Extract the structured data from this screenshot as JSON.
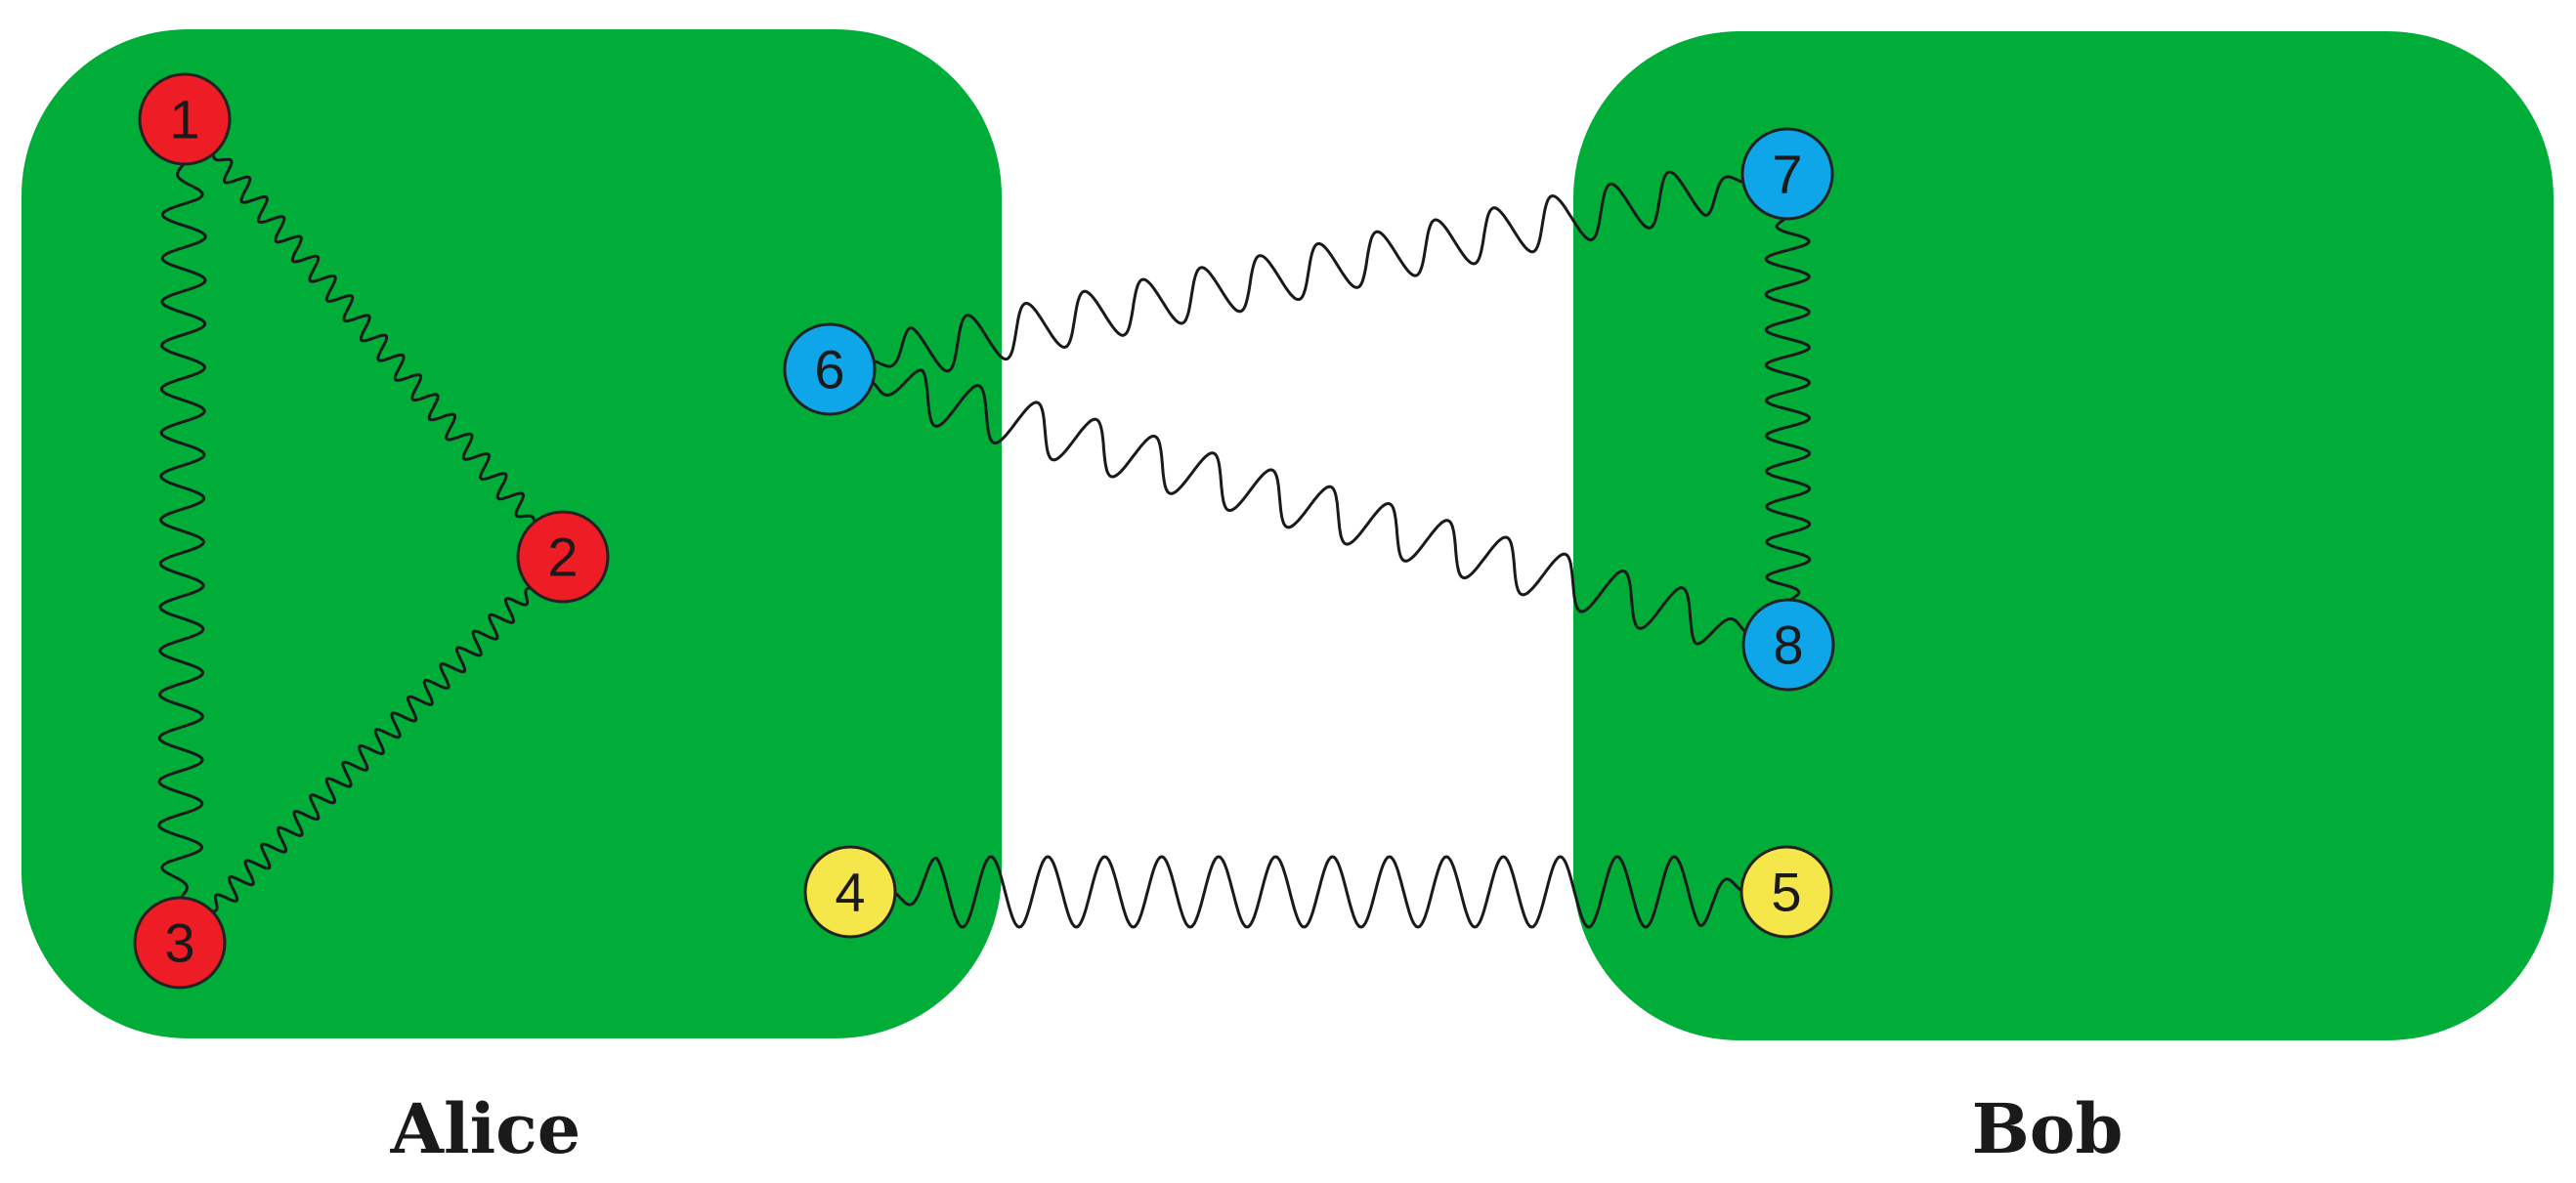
{
  "parties": [
    {
      "id": "alice",
      "label": "Alice"
    },
    {
      "id": "bob",
      "label": "Bob"
    }
  ],
  "nodes": [
    {
      "id": "1",
      "label": "1",
      "party": "alice",
      "color": "#ee1c24"
    },
    {
      "id": "2",
      "label": "2",
      "party": "alice",
      "color": "#ee1c24"
    },
    {
      "id": "3",
      "label": "3",
      "party": "alice",
      "color": "#ee1c24"
    },
    {
      "id": "4",
      "label": "4",
      "party": "alice",
      "color": "#f5e64a"
    },
    {
      "id": "6",
      "label": "6",
      "party": "alice",
      "color": "#0ea5e9"
    },
    {
      "id": "5",
      "label": "5",
      "party": "bob",
      "color": "#f5e64a"
    },
    {
      "id": "7",
      "label": "7",
      "party": "bob",
      "color": "#0ea5e9"
    },
    {
      "id": "8",
      "label": "8",
      "party": "bob",
      "color": "#0ea5e9"
    }
  ],
  "links": [
    {
      "from": "1",
      "to": "2"
    },
    {
      "from": "1",
      "to": "3"
    },
    {
      "from": "2",
      "to": "3"
    },
    {
      "from": "6",
      "to": "7"
    },
    {
      "from": "6",
      "to": "8"
    },
    {
      "from": "7",
      "to": "8"
    },
    {
      "from": "4",
      "to": "5"
    }
  ],
  "colors": {
    "box": "#00ad39",
    "red": "#ee1c24",
    "blue": "#0ea5e9",
    "yellow": "#f5e64a",
    "wave": "#1a1a1a"
  }
}
